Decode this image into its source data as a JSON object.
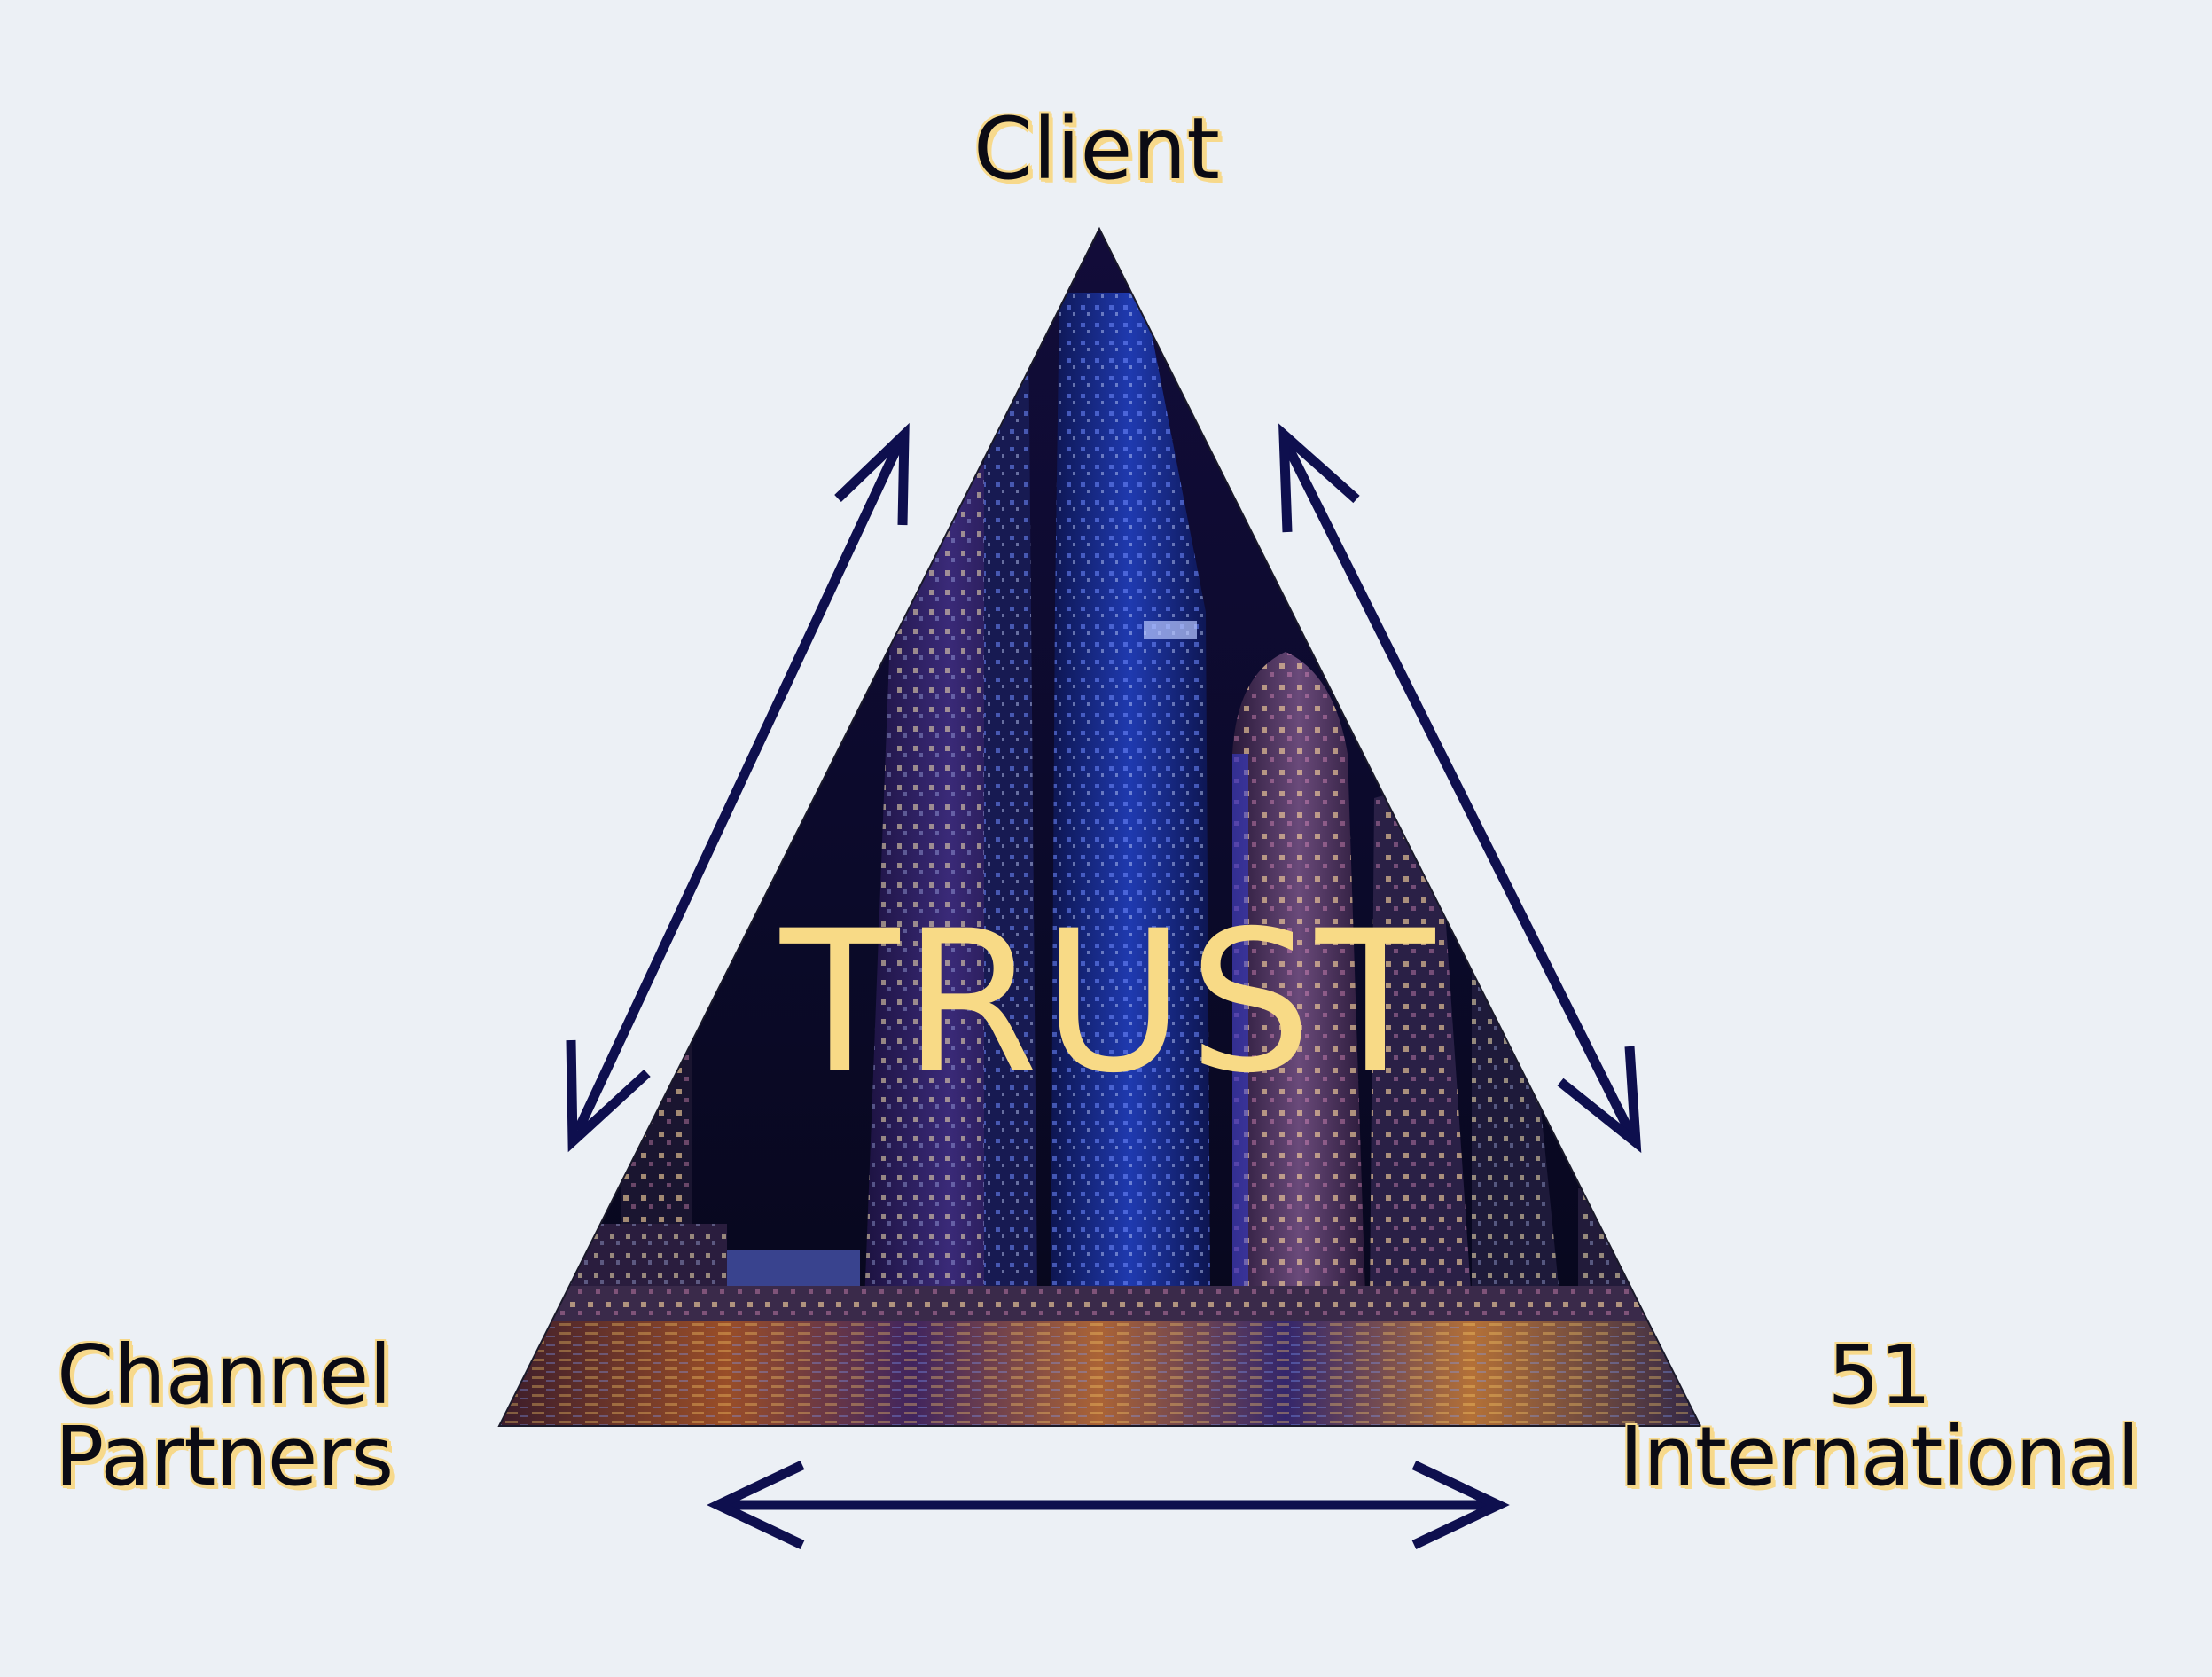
{
  "diagram": {
    "center_text": "TRUST",
    "nodes": {
      "top": {
        "lines": [
          "Client"
        ]
      },
      "bottom_left": {
        "lines": [
          "Channel",
          "Partners"
        ]
      },
      "bottom_right": {
        "lines": [
          "51",
          "International"
        ]
      }
    },
    "connections": [
      {
        "from": "Channel Partners",
        "to": "Client",
        "direction": "bidirectional"
      },
      {
        "from": "Client",
        "to": "51 International",
        "direction": "bidirectional"
      },
      {
        "from": "Channel Partners",
        "to": "51 International",
        "direction": "bidirectional"
      }
    ]
  },
  "colors": {
    "background": "#ECF0F5",
    "arrow": "#0E0F4E",
    "label_highlight": "#F7D98B",
    "center_text": "#F8DA86"
  }
}
